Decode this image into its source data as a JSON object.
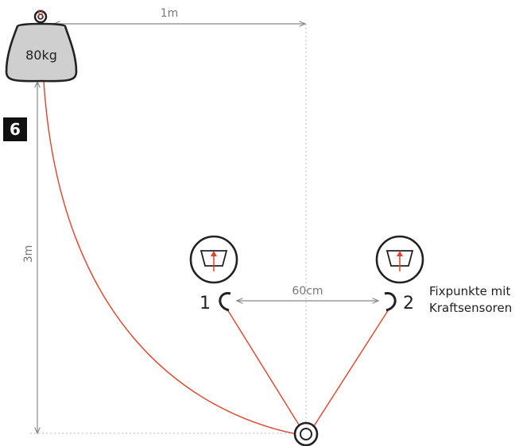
{
  "figure_number": "6",
  "weight": {
    "label": "80kg"
  },
  "dimensions": {
    "horizontal": "1m",
    "vertical": "3m",
    "sensor_spacing": "60cm"
  },
  "sensors": [
    {
      "number": "1"
    },
    {
      "number": "2"
    }
  ],
  "caption": {
    "line1": "Fixpunkte mit",
    "line2": "Kraftsensoren"
  },
  "colors": {
    "rope": "#e0432a",
    "dimension": "#999999",
    "outline": "#222222",
    "weight_fill": "#cfcfcf",
    "needle": "#e0432a"
  },
  "icons": [
    "weight-icon",
    "gauge-icon",
    "hook-icon",
    "ring-icon"
  ]
}
